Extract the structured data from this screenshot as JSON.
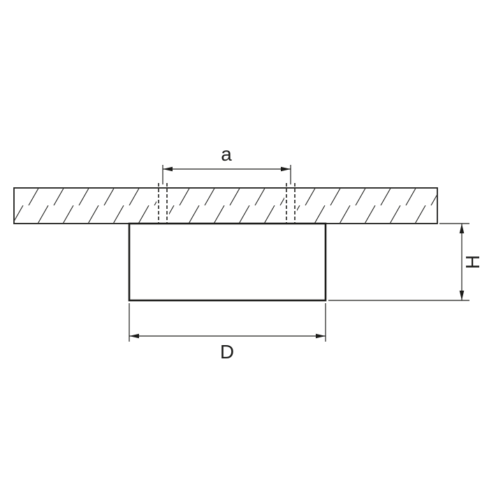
{
  "diagram": {
    "type": "technical-dimension-drawing",
    "labels": {
      "a": "a",
      "D": "D",
      "H": "H"
    },
    "colors": {
      "line": "#1d1d1b",
      "background": "#ffffff"
    }
  }
}
